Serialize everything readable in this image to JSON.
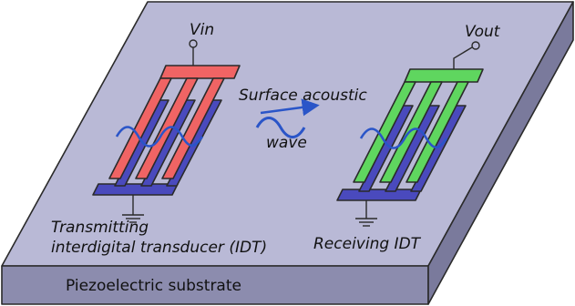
{
  "labels": {
    "vin": "Vin",
    "vout": "Vout",
    "saw_line1": "Surface acoustic",
    "saw_line2": "wave",
    "tx_line1": "Transmitting",
    "tx_line2": "interdigital transducer (IDT)",
    "rx": "Receiving IDT",
    "substrate": "Piezoelectric substrate"
  },
  "colors": {
    "substrate_top": "#b9b9d6",
    "substrate_front": "#8c8cae",
    "substrate_side": "#7a7a9c",
    "input_electrode": "#f06464",
    "output_electrode": "#5fd65f",
    "ground_electrode": "#4a4abd",
    "wave": "#2a55c8"
  }
}
